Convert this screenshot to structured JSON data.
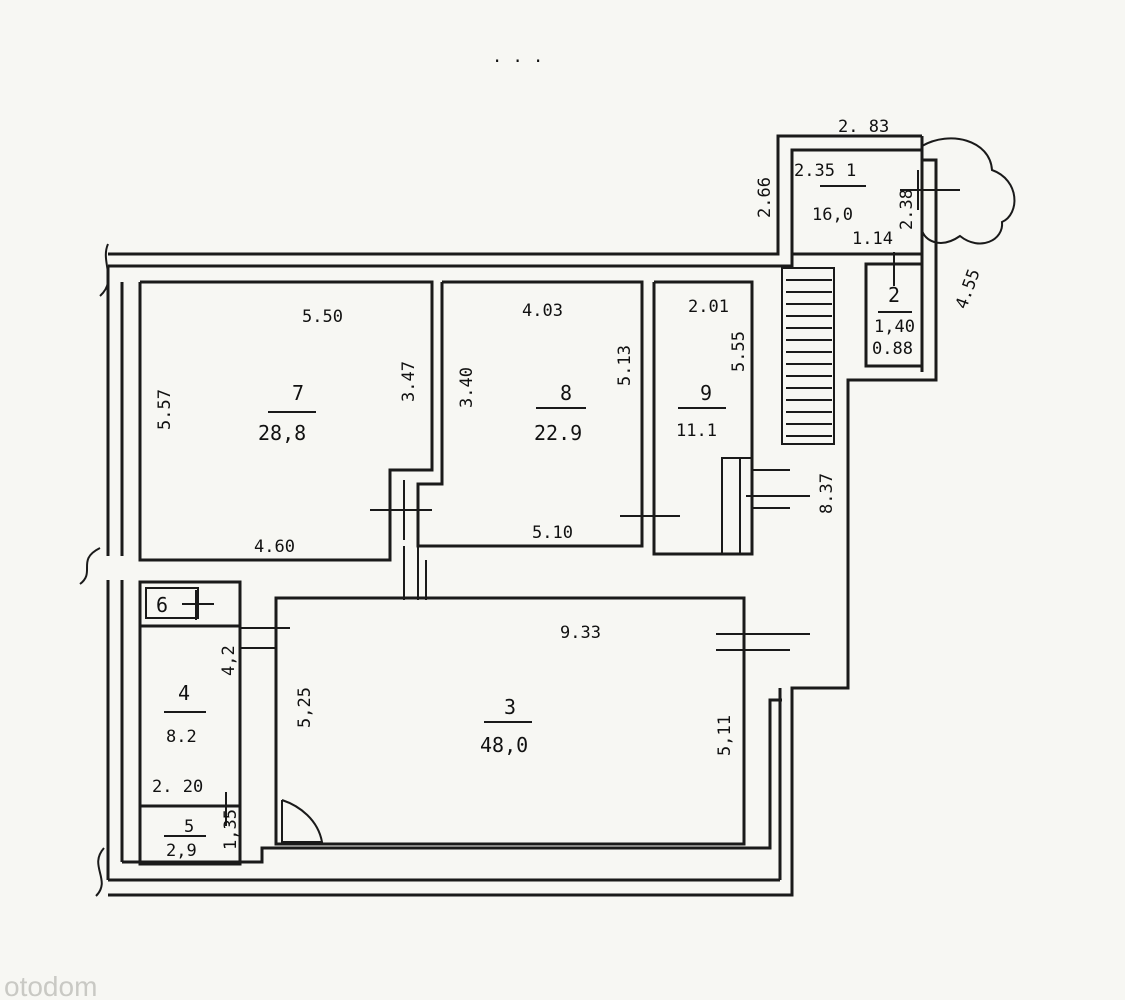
{
  "plan": {
    "outer_dims": {
      "top_width": "2. 83",
      "stair_height": "2.66",
      "side_right": "4.55",
      "corridor_right": "8.37"
    },
    "rooms": [
      {
        "number": "1",
        "area": "16,0",
        "dims": [
          "2.35",
          "2.38",
          "1.14"
        ]
      },
      {
        "number": "2",
        "area": "1,40",
        "dims": [
          "0.88"
        ]
      },
      {
        "number": "3",
        "area": "48,0",
        "dims": [
          "9.33",
          "5,25",
          "5,11"
        ]
      },
      {
        "number": "4",
        "area": "8.2",
        "dims": [
          "4,2",
          "2. 20"
        ]
      },
      {
        "number": "5",
        "area": "2,9",
        "dims": [
          "1,35"
        ]
      },
      {
        "number": "6",
        "area": "",
        "dims": []
      },
      {
        "number": "7",
        "area": "28,8",
        "dims": [
          "5.50",
          "5.57",
          "3.47",
          "4.60"
        ]
      },
      {
        "number": "8",
        "area": "22.9",
        "dims": [
          "4.03",
          "3.40",
          "5.13",
          "5.10"
        ]
      },
      {
        "number": "9",
        "area": "11.1",
        "dims": [
          "2.01",
          "5.55"
        ]
      }
    ],
    "watermark": "otodom",
    "dots_top": ". . ."
  }
}
